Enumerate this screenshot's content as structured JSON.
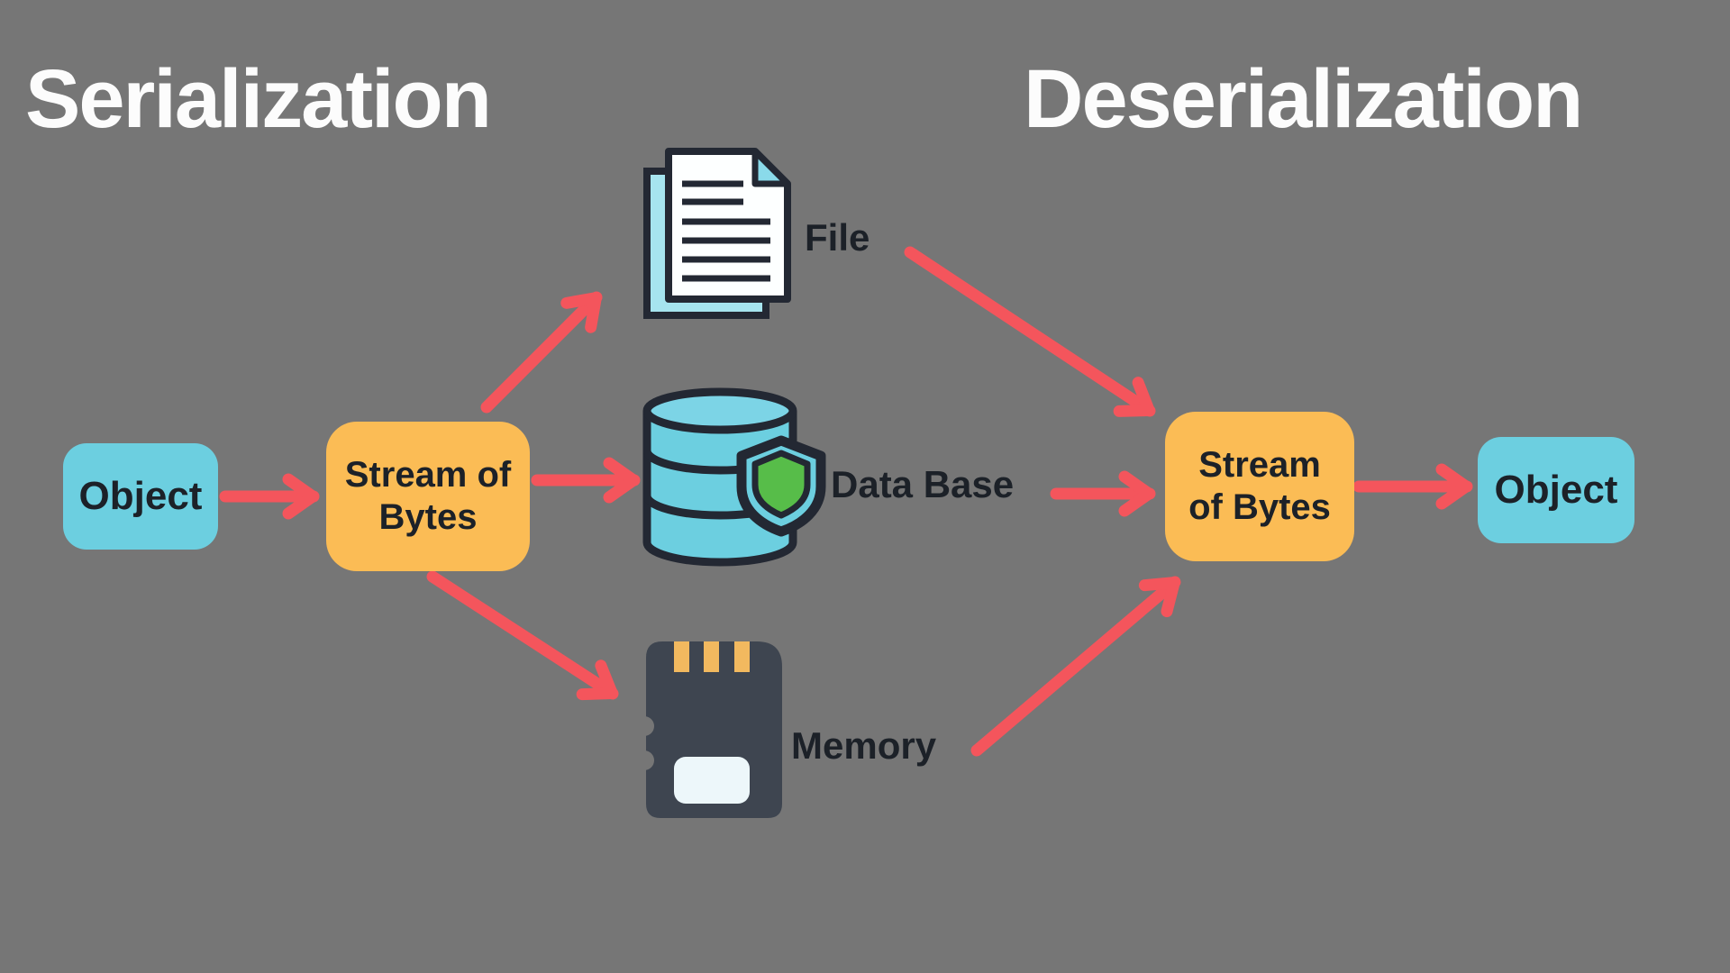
{
  "titles": {
    "serialization": "Serialization",
    "deserialization": "Deserialization"
  },
  "nodes": {
    "object_left": "Object",
    "stream_of_bytes_left": "Stream of Bytes",
    "stream_of_bytes_right": "Stream of Bytes",
    "object_right": "Object"
  },
  "targets": {
    "file": "File",
    "database": "Data Base",
    "memory": "Memory"
  },
  "icons": {
    "file": "file-documents-icon",
    "database": "database-shield-icon",
    "memory": "memory-card-icon"
  },
  "colors": {
    "bg": "#767676",
    "title": "#FCFCFC",
    "ink": "#1C2128",
    "ink_icon": "#232833",
    "box_cyan": "#6CCFE0",
    "box_orange": "#FBBC55",
    "arrow": "#F4555C",
    "page_back": "#A6E4EF",
    "page_front": "#FDFFFF",
    "page_fold": "#8ADAEA",
    "db_top": "#7CD4E6",
    "shield_green": "#57BD49",
    "card_body": "#3E4550",
    "card_pin": "#F2B95F",
    "card_label": "#EDF7FA"
  }
}
